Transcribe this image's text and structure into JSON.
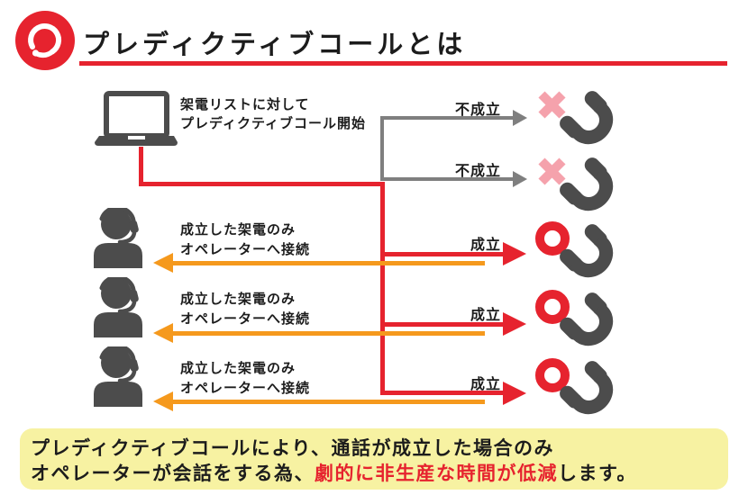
{
  "header": {
    "title": "プレディクティブコールとは",
    "logo_icon": "headset-icon",
    "accent_color": "#e6232e"
  },
  "diagram": {
    "dialer": {
      "icon": "laptop-icon",
      "line1": "架電リストに対して",
      "line2": "プレディクティブコール開始"
    },
    "fail_rows": [
      {
        "label": "不成立",
        "phone_icon": "phone-x-icon"
      },
      {
        "label": "不成立",
        "phone_icon": "phone-x-icon"
      }
    ],
    "success_rows": [
      {
        "label": "成立",
        "phone_icon": "phone-ring-icon",
        "op_line1": "成立した架電のみ",
        "op_line2": "オペレーターへ接続"
      },
      {
        "label": "成立",
        "phone_icon": "phone-ring-icon",
        "op_line1": "成立した架電のみ",
        "op_line2": "オペレーターへ接続"
      },
      {
        "label": "成立",
        "phone_icon": "phone-ring-icon",
        "op_line1": "成立した架電のみ",
        "op_line2": "オペレーターへ接続"
      }
    ],
    "colors": {
      "fail_line": "#7f7f7f",
      "success_line": "#e6232e",
      "operator_return_line": "#f5991d",
      "icon_dark": "#4c4c4c",
      "fail_mark": "#f5a2ac",
      "success_mark": "#e6232e"
    }
  },
  "banner": {
    "background": "#f7f2a2",
    "line1": "プレディクティブコールにより、通話が成立した場合のみ",
    "line2_prefix": "オペレーターが会話をする為、",
    "line2_red": "劇的に非生産な時間が低減",
    "line2_suffix": "します。",
    "red_text_color": "#e6232e"
  }
}
